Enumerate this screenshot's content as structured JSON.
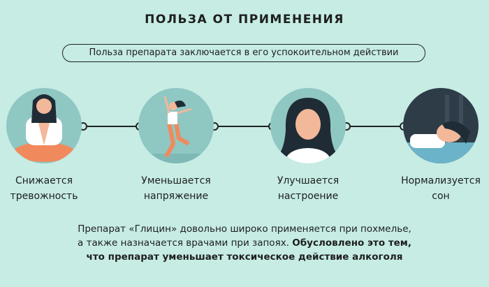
{
  "title": "ПОЛЬЗА ОТ ПРИМЕНЕНИЯ",
  "subtitle": "Польза препарата заключается в его успокоительном действии",
  "benefits": [
    {
      "line1": "Снижается",
      "line2": "тревожность",
      "icon": "meditating-woman-icon"
    },
    {
      "line1": "Уменьшается",
      "line2": "напряжение",
      "icon": "jumping-woman-icon"
    },
    {
      "line1": "Улучшается",
      "line2": "настроение",
      "icon": "smiling-woman-icon"
    },
    {
      "line1": "Нормализуется",
      "line2": "сон",
      "icon": "sleeping-man-icon"
    }
  ],
  "footer": {
    "line1": "Препарат «Глицин» довольно широко применяется при похмелье,",
    "line2_plain": "а также назначается врачами при запоях. ",
    "line2_bold": "Обусловлено это тем,",
    "line3_bold": "что препарат уменьшает токсическое действие алкоголя"
  }
}
